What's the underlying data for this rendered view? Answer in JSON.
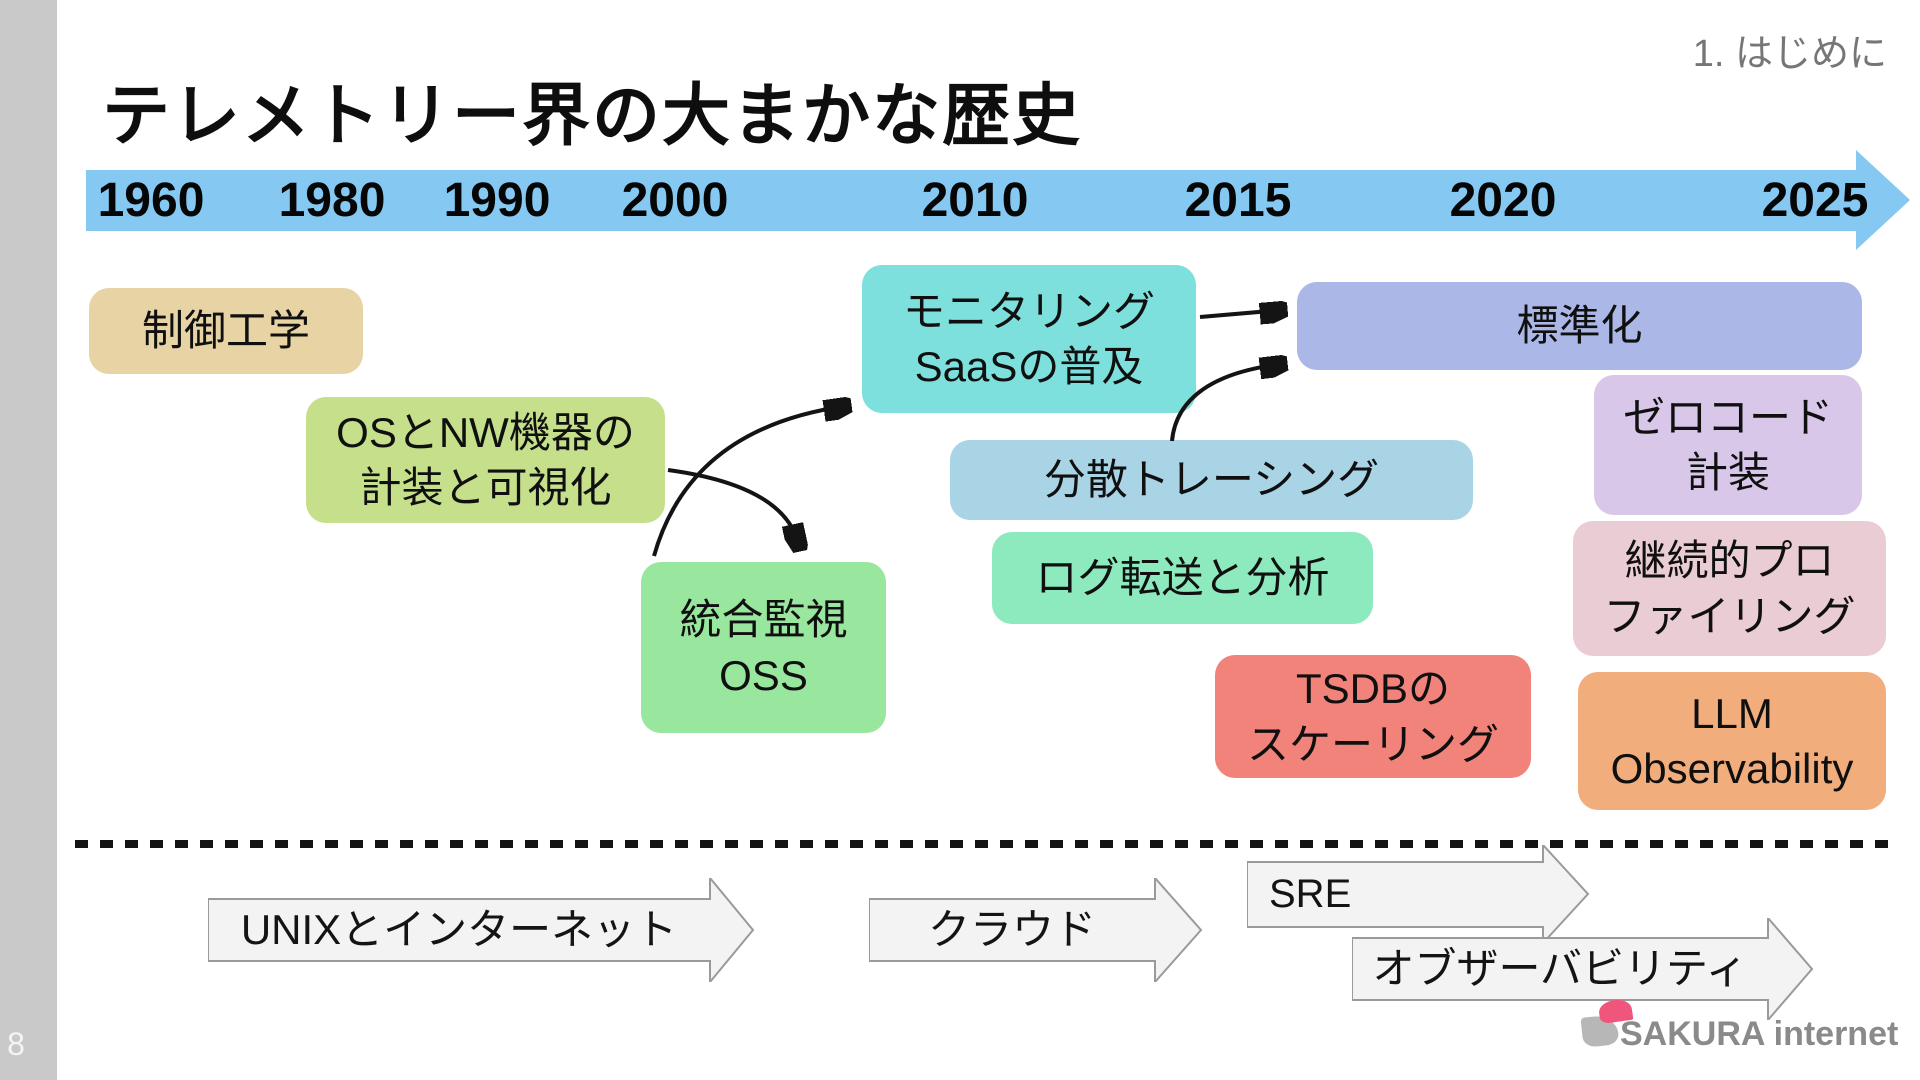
{
  "slide": {
    "title": "テレメトリー界の大まかな歴史",
    "section_label": "1. はじめに",
    "page_number": "8"
  },
  "timeline": {
    "bar_color": "#85C8F2",
    "years": [
      "1960",
      "1980",
      "1990",
      "2000",
      "2010",
      "2015",
      "2020",
      "2025"
    ]
  },
  "boxes": {
    "seigyo": {
      "label": "制御工学",
      "bg": "#E7D3A4"
    },
    "osnw": {
      "line1": "OSとNW機器の",
      "line2": "計装と可視化",
      "bg": "#C6DF8B"
    },
    "oss": {
      "line1": "統合監視",
      "line2": "OSS",
      "bg": "#99E79F"
    },
    "saas": {
      "line1": "モニタリング",
      "line2": "SaaSの普及",
      "bg": "#7EE0DC"
    },
    "bunsan": {
      "label": "分散トレーシング",
      "bg": "#A9D4E6"
    },
    "log": {
      "label": "ログ転送と分析",
      "bg": "#8DE9BE"
    },
    "tsdb": {
      "line1": "TSDBの",
      "line2": "スケーリング",
      "bg": "#F2837B"
    },
    "hyojunka": {
      "label": "標準化",
      "bg": "#ABB7E6"
    },
    "zerocode": {
      "line1": "ゼロコード",
      "line2": "計装",
      "bg": "#D9C7EA"
    },
    "keizoku": {
      "line1": "継続的プロ",
      "line2": "ファイリング",
      "bg": "#EACDD4"
    },
    "llm": {
      "line1": "LLM",
      "line2": "Observability",
      "bg": "#F2AD7D"
    }
  },
  "eras": {
    "unix": "UNIXとインターネット",
    "cloud": "クラウド",
    "sre": "SRE",
    "observability": "オブザーバビリティ"
  },
  "logo": {
    "text": "SAKURA internet",
    "pink": "#F0567B",
    "gray_petal": "#B7B7B7",
    "text_color": "#8A8A8A"
  }
}
